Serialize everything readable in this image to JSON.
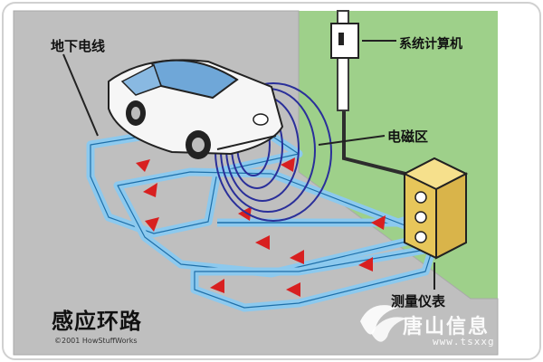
{
  "labels": {
    "underground_wire": "地下电线",
    "system_computer": "系统计算机",
    "em_zone": "电磁区",
    "meter": "测量仪表"
  },
  "title": "感应环路",
  "copyright": "©2001 HowStuffWorks",
  "watermark": {
    "text": "唐山信息",
    "url": "www.tsxxg"
  },
  "colors": {
    "road": "#bfbfbf",
    "grass": "#9ed08a",
    "loop_wire": "#8cc9ee",
    "arrow": "#d82020",
    "em_rings": "#2a2f9a",
    "meter_box": "#f0d86a",
    "pole": "#3a3a3a"
  }
}
